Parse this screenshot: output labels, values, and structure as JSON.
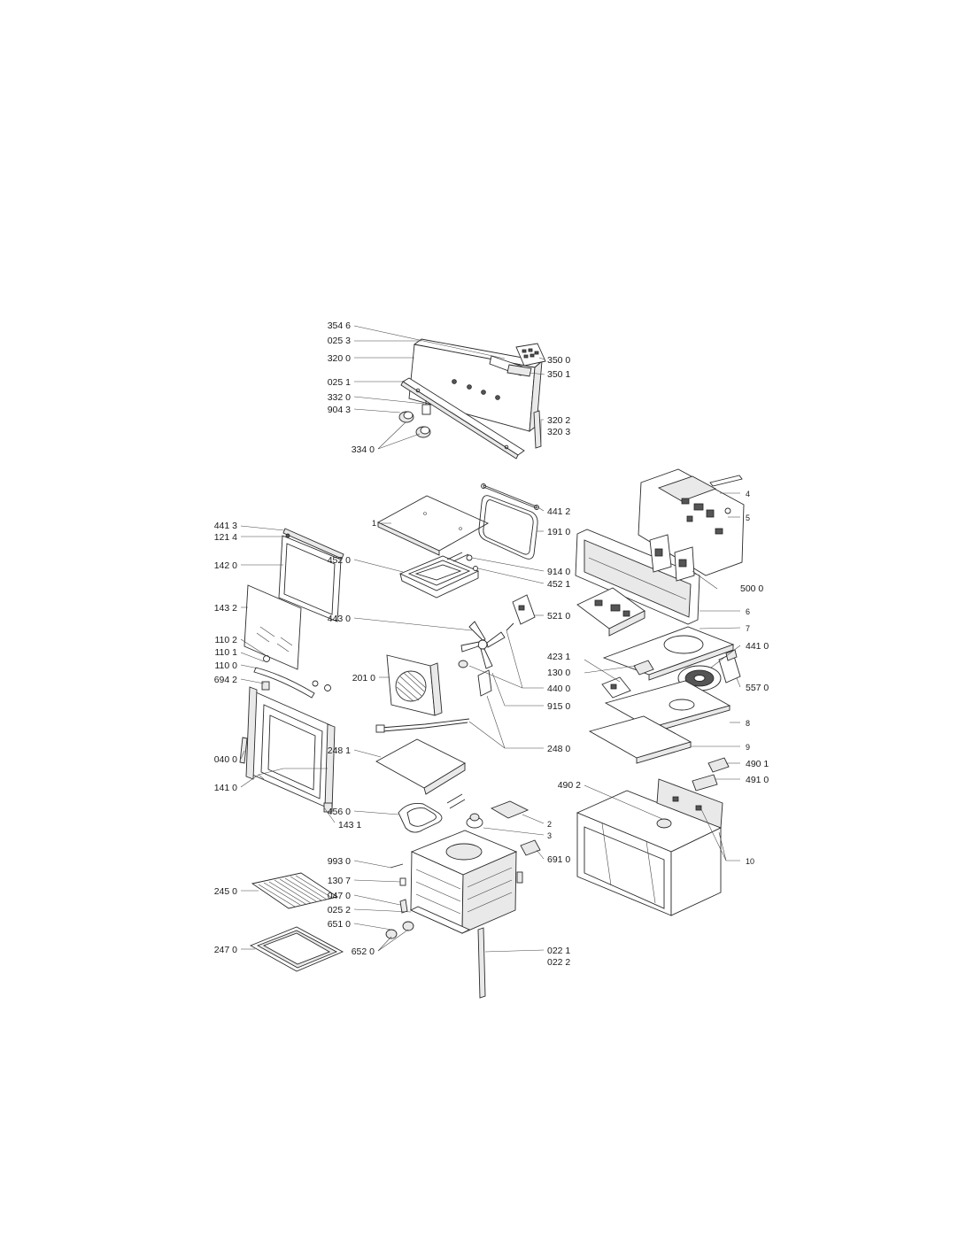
{
  "callouts": [
    {
      "id": "c3546",
      "label": "354 6"
    },
    {
      "id": "c0253",
      "label": "025 3"
    },
    {
      "id": "c3200",
      "label": "320 0"
    },
    {
      "id": "c0251",
      "label": "025 1"
    },
    {
      "id": "c3320",
      "label": "332 0"
    },
    {
      "id": "c9043",
      "label": "904 3"
    },
    {
      "id": "c3340",
      "label": "334 0"
    },
    {
      "id": "c3500",
      "label": "350 0"
    },
    {
      "id": "c3501",
      "label": "350 1"
    },
    {
      "id": "c3202",
      "label": "320 2"
    },
    {
      "id": "c3203",
      "label": "320 3"
    },
    {
      "id": "c4413",
      "label": "441 3"
    },
    {
      "id": "c1214",
      "label": "121 4"
    },
    {
      "id": "c1420",
      "label": "142 0"
    },
    {
      "id": "c1432",
      "label": "143 2"
    },
    {
      "id": "c1102",
      "label": "110 2"
    },
    {
      "id": "c1101",
      "label": "110 1"
    },
    {
      "id": "c1100",
      "label": "110 0"
    },
    {
      "id": "c6942",
      "label": "694 2"
    },
    {
      "id": "c0400",
      "label": "040 0"
    },
    {
      "id": "c1410",
      "label": "141 0"
    },
    {
      "id": "c1431",
      "label": "143 1"
    },
    {
      "id": "c2450",
      "label": "245 0"
    },
    {
      "id": "c2470",
      "label": "247 0"
    },
    {
      "id": "c1",
      "label": "1"
    },
    {
      "id": "c4520",
      "label": "452 0"
    },
    {
      "id": "c4430",
      "label": "443 0"
    },
    {
      "id": "c2010",
      "label": "201 0"
    },
    {
      "id": "c2481",
      "label": "248 1"
    },
    {
      "id": "c4560",
      "label": "456 0"
    },
    {
      "id": "c9930",
      "label": "993 0"
    },
    {
      "id": "c1307",
      "label": "130 7"
    },
    {
      "id": "c0470",
      "label": "047 0"
    },
    {
      "id": "c0252",
      "label": "025 2"
    },
    {
      "id": "c6510",
      "label": "651 0"
    },
    {
      "id": "c6520",
      "label": "652 0"
    },
    {
      "id": "c4412",
      "label": "441 2"
    },
    {
      "id": "c1910",
      "label": "191 0"
    },
    {
      "id": "c9140",
      "label": "914 0"
    },
    {
      "id": "c4521",
      "label": "452 1"
    },
    {
      "id": "c5210",
      "label": "521 0"
    },
    {
      "id": "c4231",
      "label": "423 1"
    },
    {
      "id": "c1300",
      "label": "130 0"
    },
    {
      "id": "c4400",
      "label": "440 0"
    },
    {
      "id": "c9150",
      "label": "915 0"
    },
    {
      "id": "c2480",
      "label": "248 0"
    },
    {
      "id": "c2",
      "label": "2"
    },
    {
      "id": "c3",
      "label": "3"
    },
    {
      "id": "c6910",
      "label": "691 0"
    },
    {
      "id": "c0221",
      "label": "022 1"
    },
    {
      "id": "c0222",
      "label": "022 2"
    },
    {
      "id": "c4",
      "label": "4"
    },
    {
      "id": "c5",
      "label": "5"
    },
    {
      "id": "c5000",
      "label": "500 0"
    },
    {
      "id": "c6",
      "label": "6"
    },
    {
      "id": "c7",
      "label": "7"
    },
    {
      "id": "c4410",
      "label": "441 0"
    },
    {
      "id": "c5570",
      "label": "557 0"
    },
    {
      "id": "c8",
      "label": "8"
    },
    {
      "id": "c9",
      "label": "9"
    },
    {
      "id": "c4901",
      "label": "490 1"
    },
    {
      "id": "c4910",
      "label": "491 0"
    },
    {
      "id": "c4902",
      "label": "490 2"
    },
    {
      "id": "c10",
      "label": "10"
    }
  ]
}
